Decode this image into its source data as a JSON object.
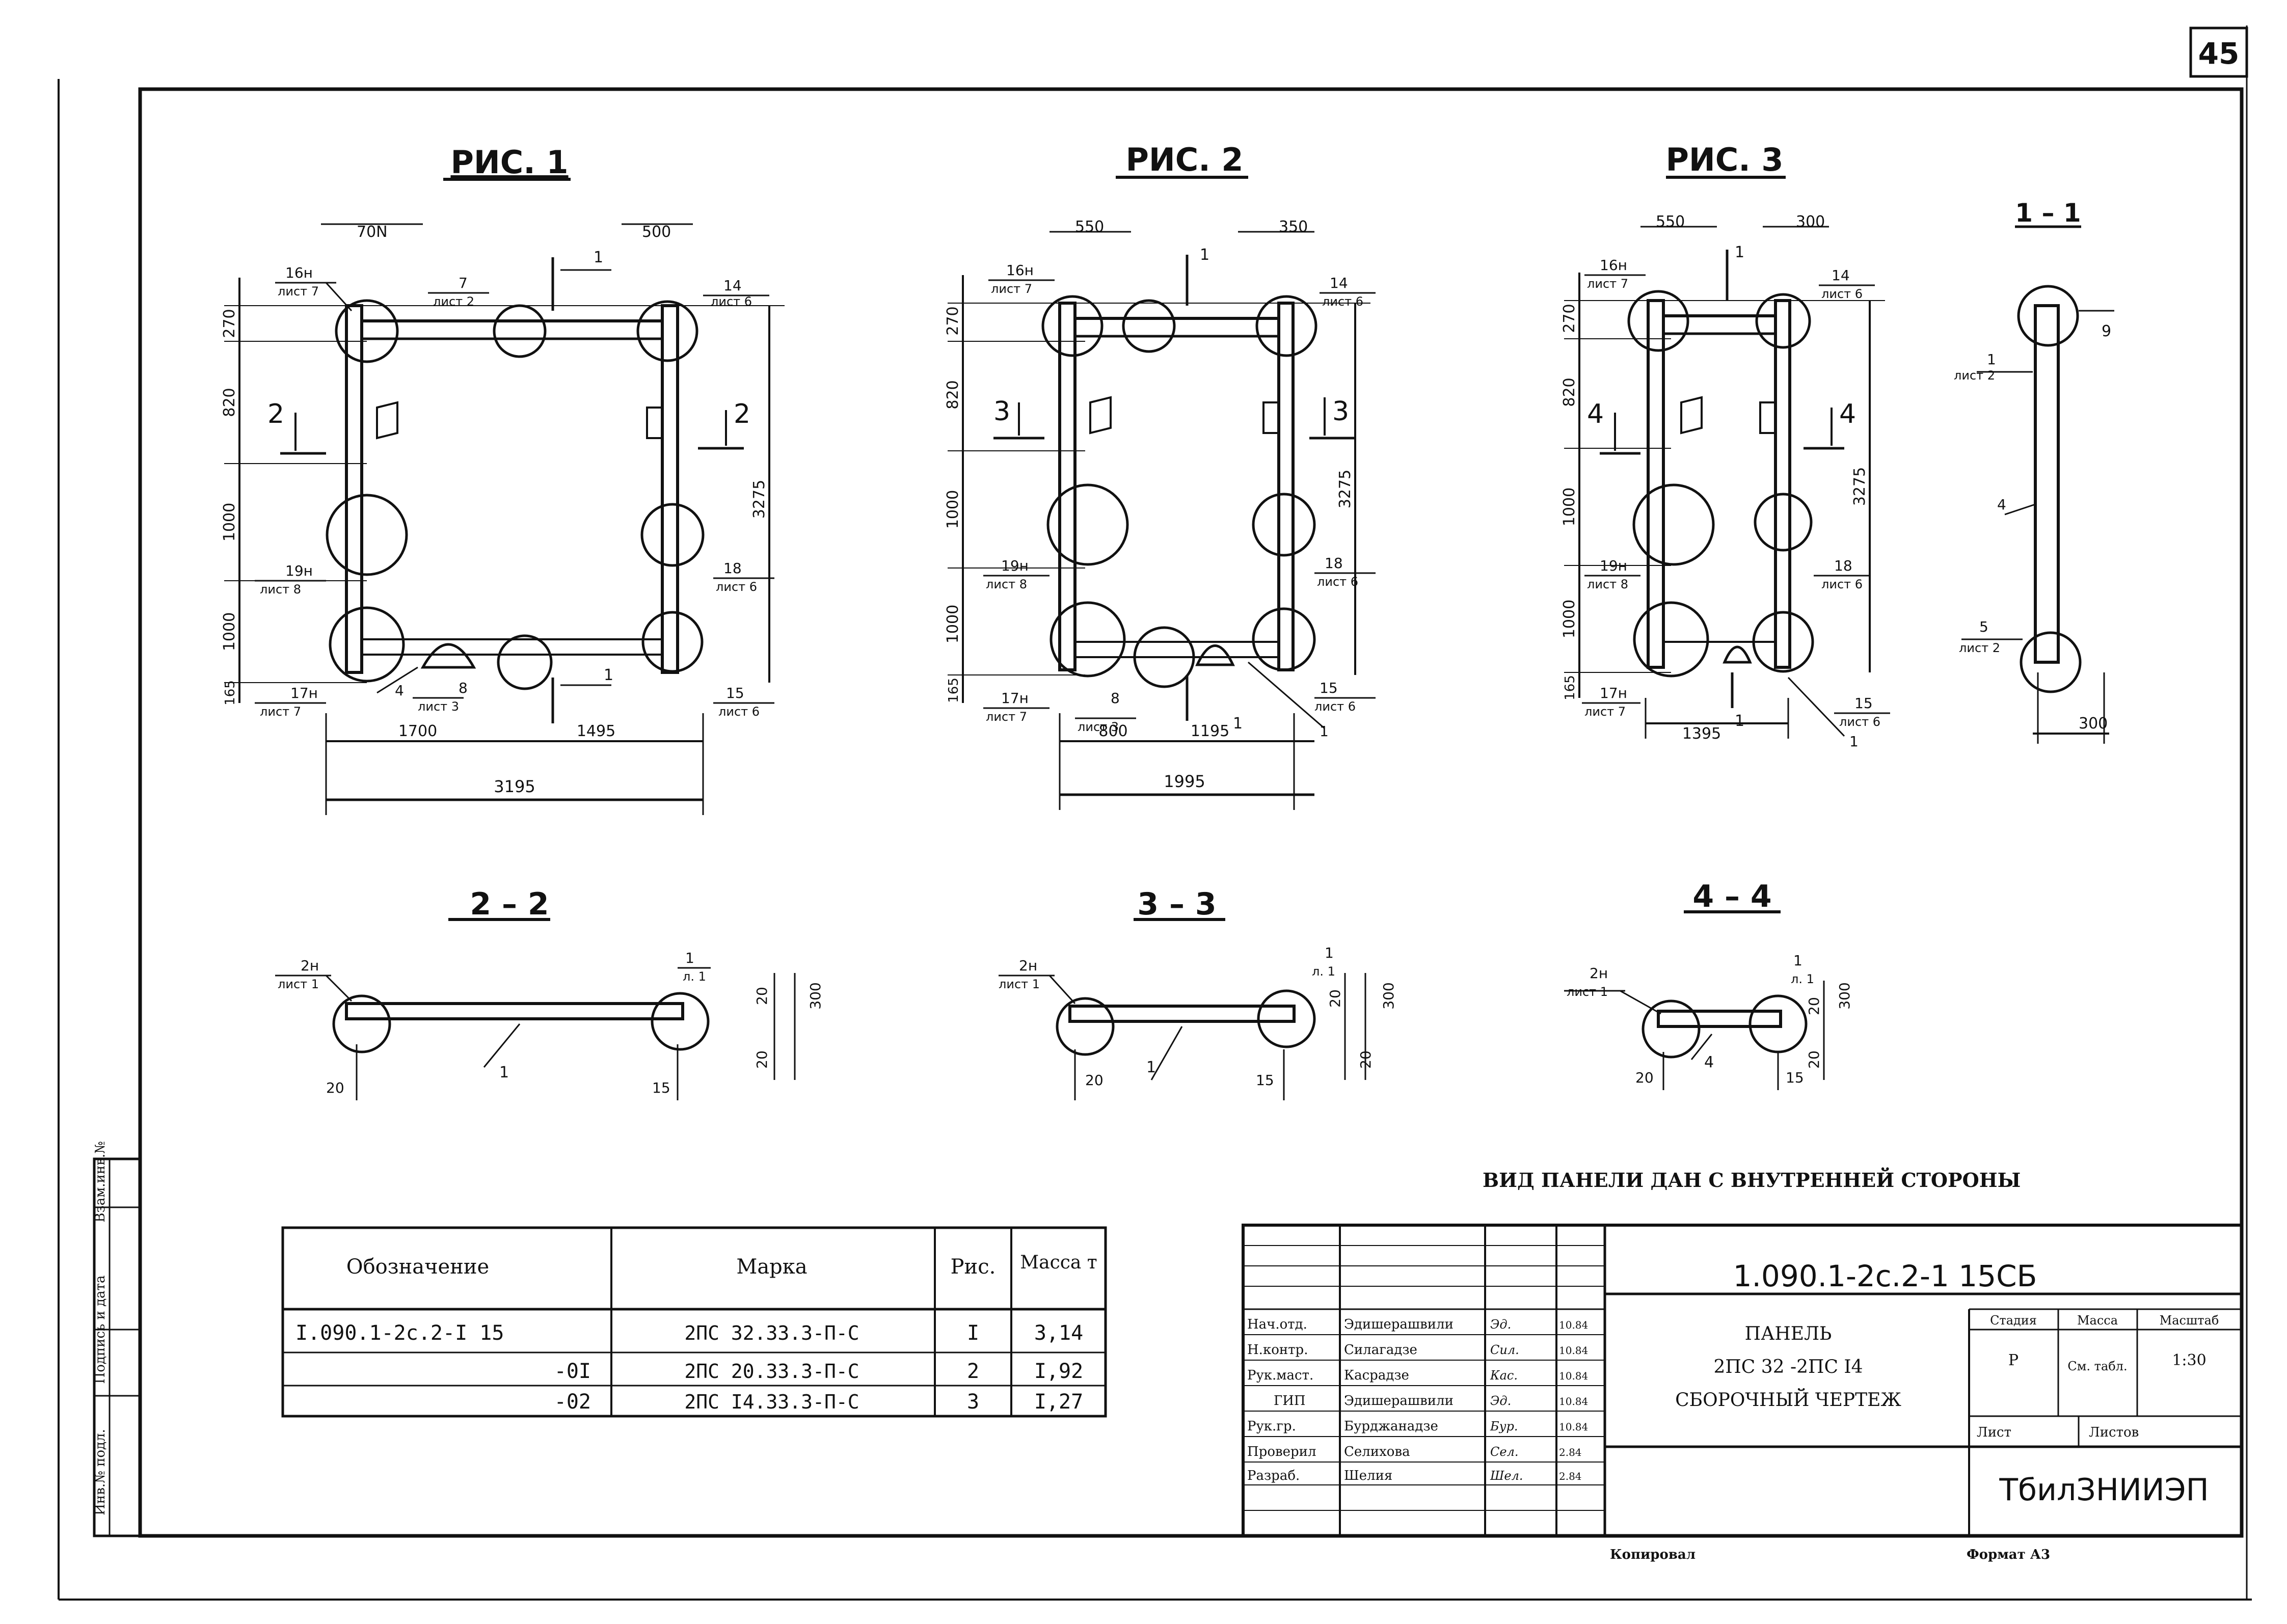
{
  "page_number": "45",
  "figures": {
    "fig1": {
      "title": "РИС. 1",
      "dims": {
        "top_left": "70N",
        "top_right": "500",
        "h_270": "270",
        "h_820": "820",
        "h_1000a": "1000",
        "h_1000b": "1000",
        "h_165": "165",
        "h_total": "3275",
        "bottom_1700": "1700",
        "bottom_1495": "1495",
        "bottom_total": "3195"
      },
      "callouts": {
        "c16": "16н",
        "c16_sheet": "лист 7",
        "c7": "7",
        "c7_sheet": "лист 2",
        "c14": "14",
        "c14_sheet": "лист 6",
        "c19": "19н",
        "c19_sheet": "лист 8",
        "c18": "18",
        "c18_sheet": "лист 6",
        "c17": "17н",
        "c17_sheet": "лист 7",
        "c4": "4",
        "c8": "8",
        "c8_sheet": "лист 3",
        "c15": "15",
        "c15_sheet": "лист 6"
      },
      "section_marks": {
        "s2_left": "2",
        "s2_right": "2",
        "s1_top": "1",
        "s1_bottom": "1"
      }
    },
    "fig2": {
      "title": "РИС. 2",
      "dims": {
        "top_left": "550",
        "top_right": "350",
        "h_270": "270",
        "h_820": "820",
        "h_1000a": "1000",
        "h_1000b": "1000",
        "h_165": "165",
        "h_total": "3275",
        "bottom_800": "800",
        "bottom_1195": "1195",
        "bottom_total": "1995"
      },
      "callouts": {
        "c16": "16н",
        "c16_sheet": "лист 7",
        "c14": "14",
        "c14_sheet": "лист 6",
        "c19": "19н",
        "c19_sheet": "лист 8",
        "c18": "18",
        "c18_sheet": "лист 6",
        "c17": "17н",
        "c17_sheet": "лист 7",
        "c8": "8",
        "c8_sheet": "лист 3",
        "c15": "15",
        "c15_sheet": "лист 6",
        "c1": "1"
      },
      "section_marks": {
        "s3_left": "3",
        "s3_right": "3",
        "s1_top": "1",
        "s1_bottom": "1"
      }
    },
    "fig3": {
      "title": "РИС. 3",
      "dims": {
        "top_left": "550",
        "top_right": "300",
        "h_270": "270",
        "h_820": "820",
        "h_1000a": "1000",
        "h_1000b": "1000",
        "h_165": "165",
        "h_total": "3275",
        "bottom_1395": "1395"
      },
      "callouts": {
        "c16": "16н",
        "c16_sheet": "лист 7",
        "c14": "14",
        "c14_sheet": "лист 6",
        "c19": "19н",
        "c19_sheet": "лист 8",
        "c18": "18",
        "c18_sheet": "лист 6",
        "c17": "17н",
        "c17_sheet": "лист 7",
        "c15": "15",
        "c15_sheet": "лист 6",
        "c1": "1"
      },
      "section_marks": {
        "s4_left": "4",
        "s4_right": "4",
        "s1_top": "1",
        "s1_bottom": "1"
      }
    },
    "section_1_1": {
      "title": "1 – 1",
      "callouts": {
        "c1": "1",
        "c1_sheet": "лист 2",
        "c4": "4",
        "c5": "5",
        "c5_sheet": "лист 2",
        "c9": "9"
      },
      "dims": {
        "bottom": "300"
      }
    }
  },
  "sections": [
    {
      "title": "2 – 2",
      "callout_top": "2н",
      "callout_sheet": "лист 1",
      "callout_right": "1",
      "callout_right_sheet": "л. 1",
      "dim_20a": "20",
      "dim_300": "300",
      "dim_20b": "20",
      "dim_20_bottom": "20",
      "dim_15": "15",
      "part": "1"
    },
    {
      "title": "3 – 3",
      "callout_top": "2н",
      "callout_sheet": "лист 1",
      "callout_right": "1",
      "callout_right_sheet": "л. 1",
      "dim_20a": "20",
      "dim_300": "300",
      "dim_20b": "20",
      "dim_20_bottom": "20",
      "dim_15": "15",
      "part": "1"
    },
    {
      "title": "4 – 4",
      "callout_top": "2н",
      "callout_sheet": "лист 1",
      "callout_right": "1",
      "callout_right_sheet": "л. 1",
      "dim_20a": "20",
      "dim_300": "300",
      "dim_20b": "20",
      "dim_20_bottom": "20",
      "dim_15": "15",
      "part": "4"
    }
  ],
  "view_note": "ВИД ПАНЕЛИ ДАН С ВНУТРЕННЕЙ СТОРОНЫ",
  "spec_table": {
    "headers": [
      "Обозначение",
      "Марка",
      "Рис.",
      "Масса т"
    ],
    "rows": [
      [
        "I.090.1-2с.2-I 15",
        "2ПС 32.33.3-П-С",
        "I",
        "3,14"
      ],
      [
        "-0I",
        "2ПС 20.33.3-П-С",
        "2",
        "I,92"
      ],
      [
        "-02",
        "2ПС I4.33.3-П-С",
        "3",
        "I,27"
      ]
    ]
  },
  "side_stamp": [
    "Инв.№ подл.",
    "Подпись и дата",
    "Взам.инв.№"
  ],
  "title_block": {
    "doc_code": "1.090.1-2с.2-1 15СБ",
    "doc_title_lines": [
      "ПАНЕЛЬ",
      "2ПС 32 -2ПС I4",
      "СБОРОЧНЫЙ ЧЕРТЕЖ"
    ],
    "signers": [
      {
        "role": "Нач.отд.",
        "name": "Эдишерашвили",
        "sig": "Эд.",
        "date": "10.84"
      },
      {
        "role": "Н.контр.",
        "name": "Силагадзе",
        "sig": "Сил.",
        "date": "10.84"
      },
      {
        "role": "Рук.маст.",
        "name": "Касрадзе",
        "sig": "Кас.",
        "date": "10.84"
      },
      {
        "role": "ГИП",
        "name": "Эдишерашвили",
        "sig": "Эд.",
        "date": "10.84"
      },
      {
        "role": "Рук.гр.",
        "name": "Бурджанадзе",
        "sig": "Бур.",
        "date": "10.84"
      },
      {
        "role": "Проверил",
        "name": "Селихова",
        "sig": "Сел.",
        "date": "2.84"
      },
      {
        "role": "Разраб.",
        "name": "Шелия",
        "sig": "Шел.",
        "date": "2.84"
      }
    ],
    "stage_label": "Стадия",
    "mass_label": "Масса",
    "scale_label": "Масштаб",
    "stage_value": "Р",
    "mass_value": "См. табл.",
    "scale_value": "1:30",
    "sheet_label": "Лист",
    "sheets_label": "Листов",
    "organization": "ТбилЗНИИЭП"
  },
  "footer": {
    "copied": "Копировал",
    "format": "Формат А3"
  }
}
